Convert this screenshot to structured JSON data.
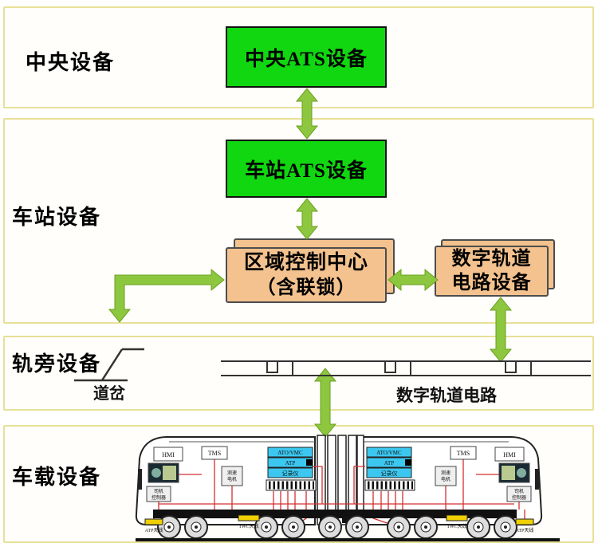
{
  "colors": {
    "band_border": "#e8e098",
    "green_box": "#10d710",
    "orange_box": "#f4c28e",
    "arrow_green": "#8dc63f",
    "vobc_cyan": "#3cc7f0",
    "wire_red": "#d43030",
    "antenna_yellow": "#f0d000"
  },
  "bands": [
    {
      "id": "central",
      "label": "中央设备"
    },
    {
      "id": "station",
      "label": "车站设备"
    },
    {
      "id": "trackside",
      "label": "轨旁设备"
    },
    {
      "id": "onboard",
      "label": "车载设备"
    }
  ],
  "boxes": {
    "central_ats": {
      "label": "中央ATS设备"
    },
    "station_ats": {
      "label": "车站ATS设备"
    },
    "zone_controller": {
      "line1": "区域控制中心",
      "line2": "（含联锁）"
    },
    "digital_track_equipment": {
      "line1": "数字轨道",
      "line2": "电路设备"
    }
  },
  "trackside_items": {
    "switch_label": "道岔",
    "track_label": "数字轨道电路"
  },
  "train": {
    "hmi_label": "HMI",
    "tms_label": "TMS",
    "vobc_rows": [
      "ATO/VMC",
      "ATP",
      "记录仪"
    ],
    "speed_sensor_lines": [
      "测速",
      "电机"
    ],
    "cab_unit_lines": [
      "司机",
      "控制器"
    ],
    "antenna_labels": {
      "atp": "ATP天线",
      "twc": "TWC天线"
    }
  }
}
